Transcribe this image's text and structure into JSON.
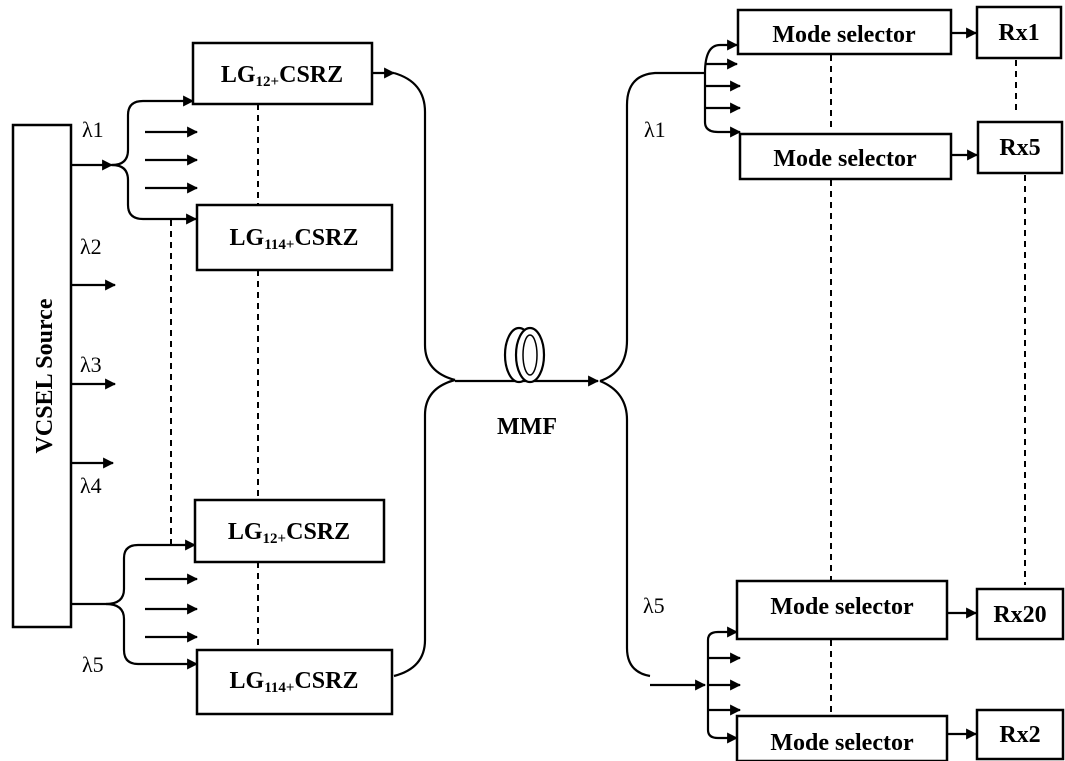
{
  "diagram": {
    "source_label": "VCSEL Source",
    "fiber_label": "MMF",
    "lambdas": {
      "l1": "λ1",
      "l2": "λ2",
      "l3": "λ3",
      "l4": "λ4",
      "l5": "λ5"
    },
    "lg_boxes": [
      {
        "base": "LG",
        "sub": "12+",
        "tail": "CSRZ"
      },
      {
        "base": "LG",
        "sub": "114+",
        "tail": "CSRZ"
      },
      {
        "base": "LG",
        "sub": "12+",
        "tail": "CSRZ"
      },
      {
        "base": "LG",
        "sub": "114+",
        "tail": "CSRZ"
      }
    ],
    "mode_selectors": [
      "Mode selector",
      "Mode selector",
      "Mode selector",
      "Mode selector"
    ],
    "receivers": [
      "Rx1",
      "Rx5",
      "Rx20",
      "Rx2"
    ]
  }
}
